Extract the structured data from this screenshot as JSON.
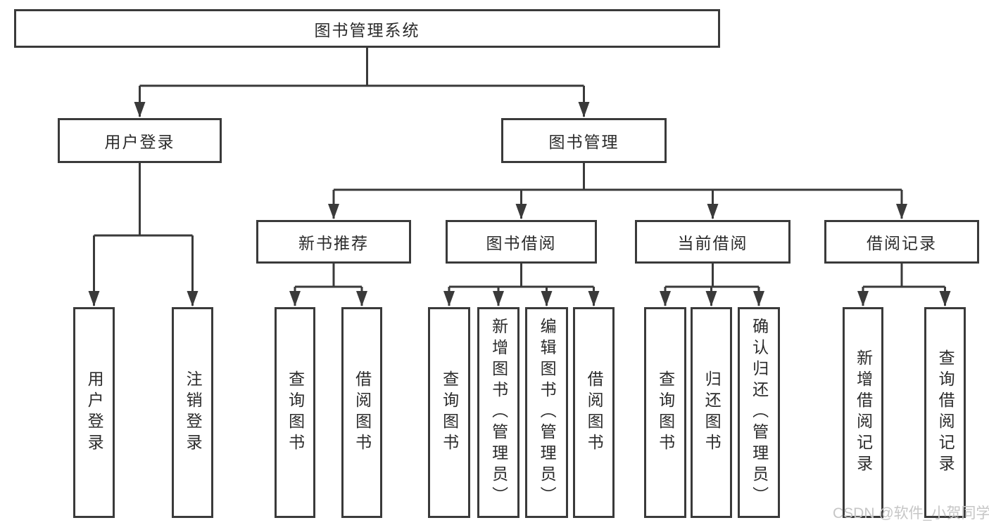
{
  "colors": {
    "line": "#3a3a3a",
    "box_border": "#3a3a3a",
    "text": "#2b2b2b",
    "background": "#ffffff",
    "watermark": "#c6c6c6"
  },
  "tree": {
    "root": {
      "label": "图书管理系统"
    },
    "level2": [
      {
        "label": "用户登录",
        "leaves": [
          {
            "label": "用户登录"
          },
          {
            "label": "注销登录"
          }
        ]
      },
      {
        "label": "图书管理"
      }
    ],
    "level3": [
      {
        "label": "新书推荐",
        "leaves": [
          {
            "label": "查询图书"
          },
          {
            "label": "借阅图书"
          }
        ]
      },
      {
        "label": "图书借阅",
        "leaves": [
          {
            "label": "查询图书"
          },
          {
            "label": "新增图书（管理员）"
          },
          {
            "label": "编辑图书（管理员）"
          },
          {
            "label": "借阅图书"
          }
        ]
      },
      {
        "label": "当前借阅",
        "leaves": [
          {
            "label": "查询图书"
          },
          {
            "label": "归还图书"
          },
          {
            "label": "确认归还（管理员）"
          }
        ]
      },
      {
        "label": "借阅记录",
        "leaves": [
          {
            "label": "新增借阅记录"
          },
          {
            "label": "查询借阅记录"
          }
        ]
      }
    ]
  },
  "watermark": {
    "text": "CSDN @软件_小贺同学"
  }
}
